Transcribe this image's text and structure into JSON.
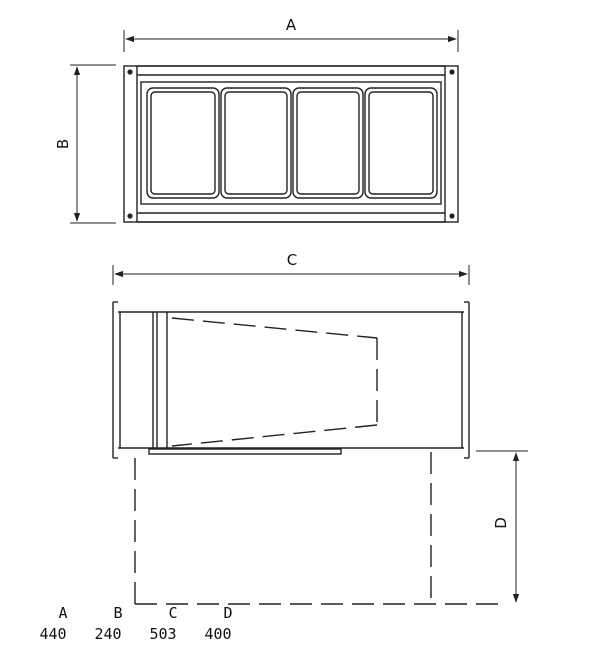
{
  "labels": {
    "a": "A",
    "b": "B",
    "c": "C",
    "d": "D"
  },
  "table": {
    "headers": [
      "A",
      "B",
      "C",
      "D"
    ],
    "values": [
      "440",
      "240",
      "503",
      "400"
    ]
  }
}
